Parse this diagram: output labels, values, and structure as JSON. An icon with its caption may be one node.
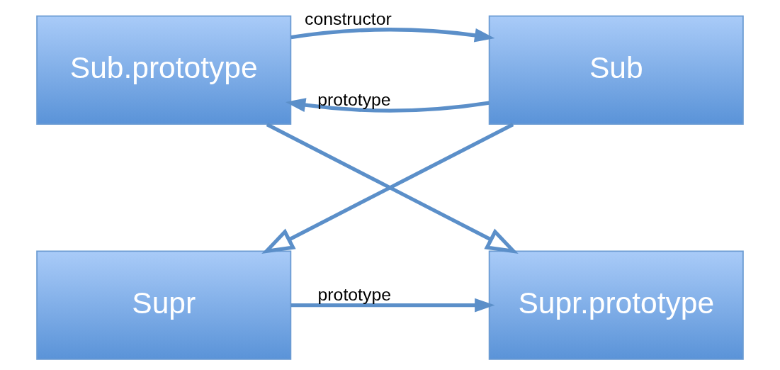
{
  "diagram": {
    "nodes": [
      {
        "text": [
          "Supr.prototype"
        ]
      },
      {
        "text": [
          "Supr"
        ]
      },
      {
        "text": [
          "Sub.prototype"
        ]
      },
      {
        "text": [
          "Sub"
        ]
      }
    ],
    "edges": [
      {
        "from": 1,
        "to": 0,
        "arrow": "to",
        "label": "prototype"
      },
      {
        "from": 2,
        "to": 0,
        "arrow": "to"
      },
      {
        "from": 3,
        "to": 1,
        "arrow": "to"
      },
      {
        "from": 3,
        "to": 2,
        "arrow": "to",
        "label": "prototype"
      },
      {
        "from": 2,
        "to": 3,
        "arrow": "to",
        "label": "constructor"
      }
    ]
  }
}
